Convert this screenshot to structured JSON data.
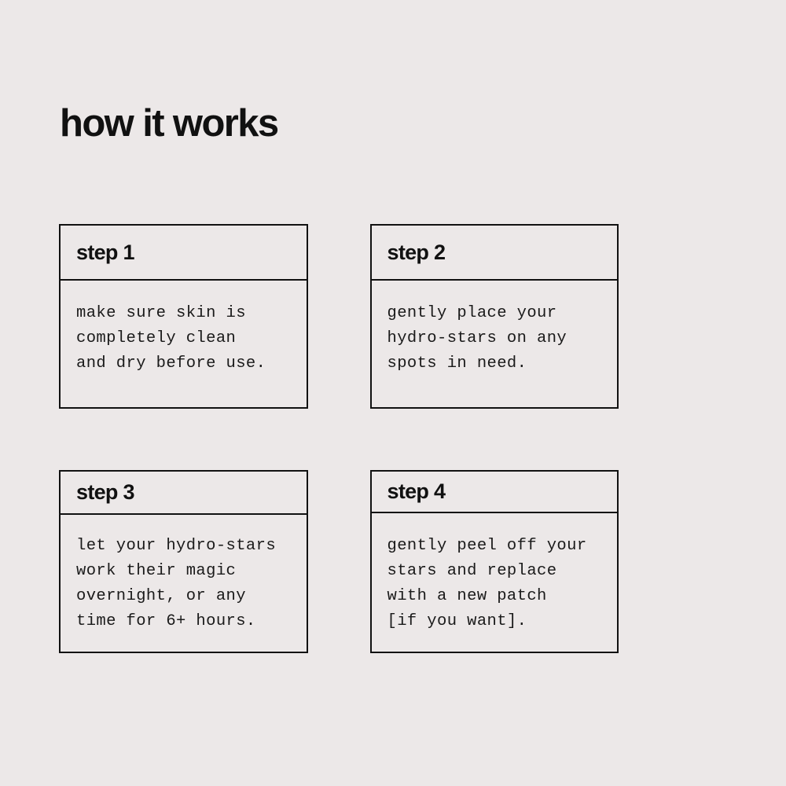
{
  "theme": {
    "background": "#ECE8E8",
    "ink": "#111111",
    "body_text": "#1A1A1A",
    "border": "#111111"
  },
  "page": {
    "title": "how it works"
  },
  "steps": [
    {
      "header": "step 1",
      "lines": [
        "make sure skin is",
        "completely clean",
        "and dry before use."
      ]
    },
    {
      "header": "step 2",
      "lines": [
        "gently place your",
        "hydro-stars on any",
        "spots in need."
      ]
    },
    {
      "header": "step 3",
      "lines": [
        "let your hydro-stars",
        "work their magic",
        "overnight, or any",
        "time for 6+ hours."
      ]
    },
    {
      "header": "step 4",
      "lines": [
        "gently peel off your",
        "stars and replace",
        "with a new patch",
        "[if you want]."
      ]
    }
  ]
}
